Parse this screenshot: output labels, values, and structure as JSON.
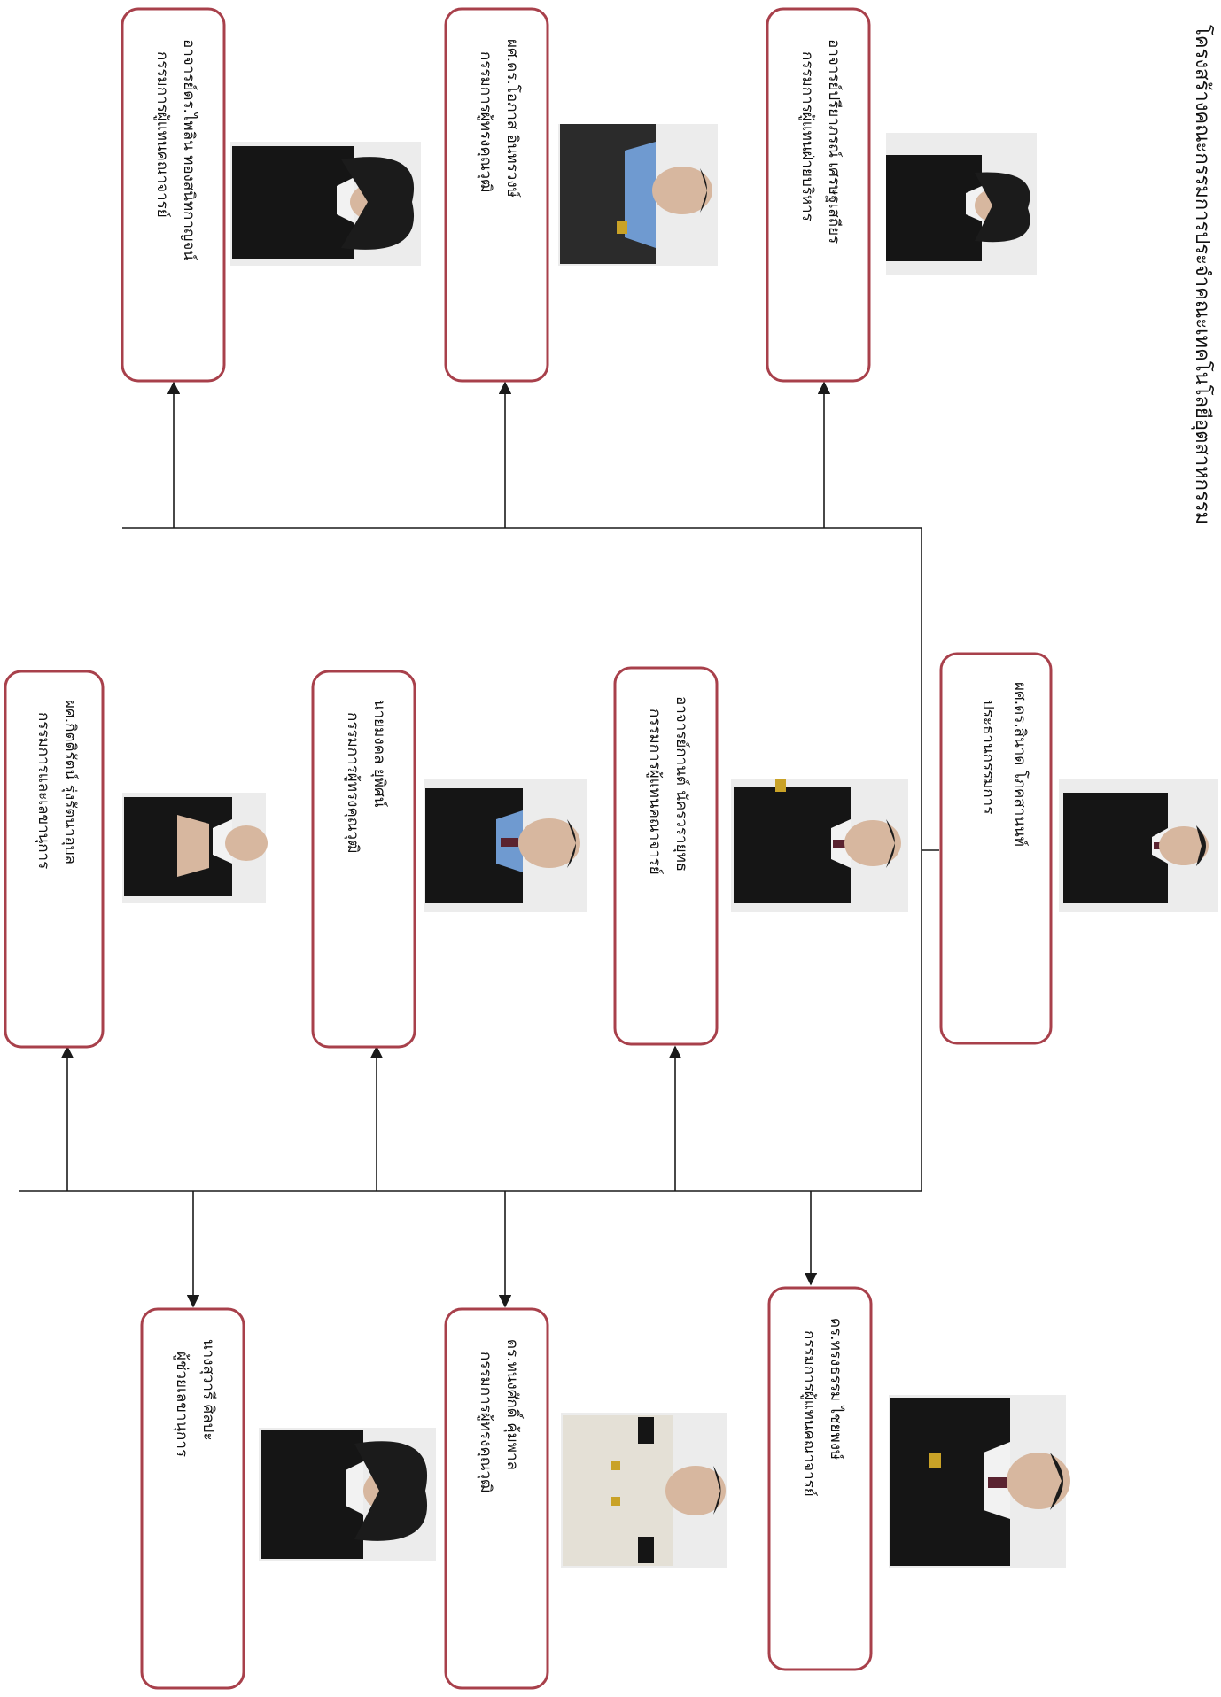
{
  "title": "โครงสร้างคณะกรรมการประจำคณะเทคโนโลยีอุตสาหกรรม",
  "nodes": [
    {
      "id": "chair",
      "name": "ผศ.ดร.สินาด โภคสานนท์",
      "role": "ประธานกรรมการ"
    },
    {
      "id": "c1",
      "name": "อาจารย์ปรียาภรณ์ เศรษฐเสถียร",
      "role": "กรรมการผู้แทนฝ่ายบริหาร"
    },
    {
      "id": "c2",
      "name": "ผศ.ดร.โอภาส อินทรวงษ์",
      "role": "กรรมการผู้ทรงคุณวุฒิ"
    },
    {
      "id": "c3",
      "name": "อาจารย์ดร.ไพลิน ทองสนิทกาญจน์",
      "role": "กรรมการผู้แทนคณาจารย์"
    },
    {
      "id": "m1",
      "name": "อาจารย์กานต์ นัครวรายุทธ",
      "role": "กรรมการผู้แทนคณาจารย์"
    },
    {
      "id": "m2",
      "name": "นายมงคล ยุพิศน์",
      "role": "กรรมการผู้ทรงคุณวุฒิ"
    },
    {
      "id": "m3",
      "name": "ผศ.กิตติรัตน์ รุ่งรัตนาอุบล",
      "role": "กรรมการและเลขานุการ"
    },
    {
      "id": "b1",
      "name": "ดร.ทรงธรรม ไชยพงษ์",
      "role": "กรรมการผู้แทนคณาจารย์"
    },
    {
      "id": "b2",
      "name": "ดร.ทนงศักดิ์ คุ้มพาล",
      "role": "กรรมการผู้ทรงคุณวุฒิ"
    },
    {
      "id": "b3",
      "name": "นางสุวารี ศิลปะ",
      "role": "ผู้ช่วยเลขานุการ"
    }
  ],
  "edges": [
    [
      "chair",
      "c1"
    ],
    [
      "chair",
      "c2"
    ],
    [
      "chair",
      "c3"
    ],
    [
      "chair",
      "m1"
    ],
    [
      "chair",
      "m2"
    ],
    [
      "chair",
      "m3"
    ],
    [
      "chair",
      "b1"
    ],
    [
      "chair",
      "b2"
    ],
    [
      "chair",
      "b3"
    ]
  ],
  "colors": {
    "box_border": "#a8404b",
    "connector": "#1a1a1a"
  }
}
